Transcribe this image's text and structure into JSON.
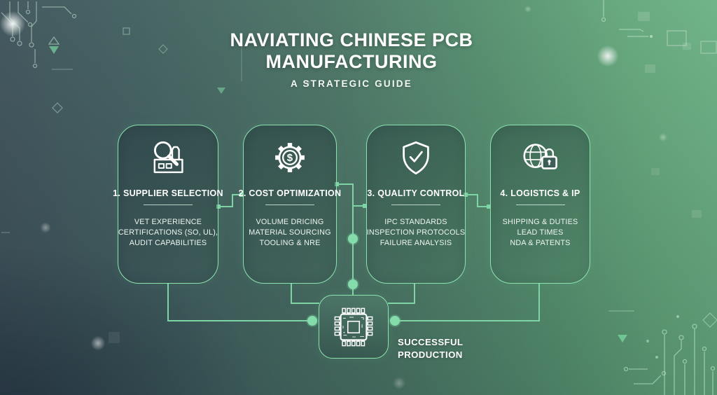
{
  "header": {
    "title_line1": "NAVIATING CHINESE PCB",
    "title_line2": "MANUFACTURING",
    "subtitle": "A STRATEGIC GUIDE"
  },
  "cards": [
    {
      "title": "1. SUPPLIER SELECTION",
      "icon": "factory-magnifier-icon",
      "lines": [
        "VET EXPERIENCE",
        "CERTIFICATIONS (SO, UL),",
        "AUDIT CAPABILITIES"
      ]
    },
    {
      "title": "2. COST OPTIMIZATION",
      "icon": "gear-dollar-icon",
      "lines": [
        "VOLUME DRICING",
        "MATERIAL SOURCING",
        "TOOLING & NRE"
      ]
    },
    {
      "title": "3. QUALITY CONTROL",
      "icon": "shield-check-icon",
      "lines": [
        "IPC STANDARDS",
        "INSPECTION PROTOCOLS",
        "FAILURE ANALYSIS"
      ]
    },
    {
      "title": "4. LOGISTICS & IP",
      "icon": "globe-lock-icon",
      "lines": [
        "SHIPPING & DUTIES",
        "LEAD TIMES",
        "NDA & PATENTS"
      ]
    }
  ],
  "result": {
    "line1": "SUCCESSFUL",
    "line2": "PRODUCTION",
    "icon": "microchip-icon"
  },
  "gear_symbol": "$",
  "colors": {
    "accent_border": "#8ce2af",
    "connector": "#7ed4a4",
    "text": "#ffffff"
  }
}
